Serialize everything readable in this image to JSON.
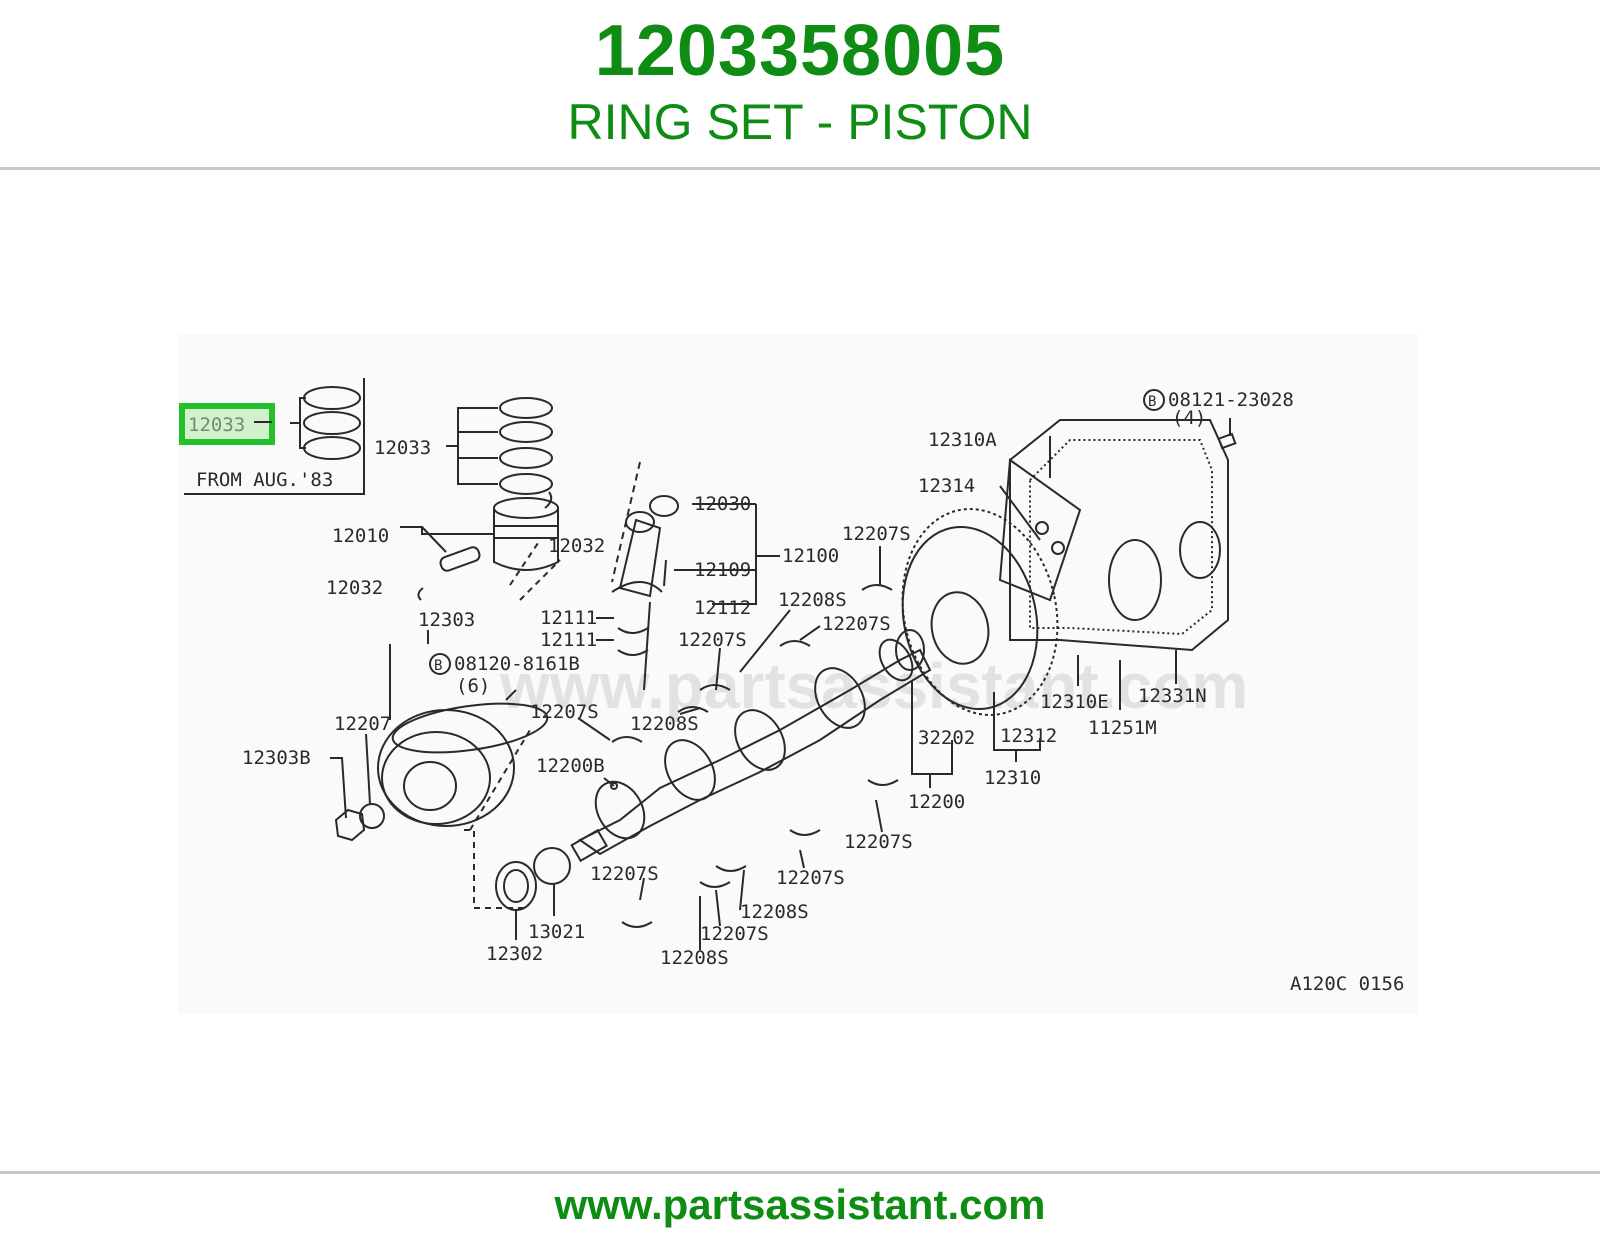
{
  "header": {
    "part_number": "1203358005",
    "part_name": "RING SET - PISTON"
  },
  "accent_color": "#0e8c13",
  "highlight_color": "#22c02a",
  "diagram": {
    "callouts": {
      "highlight": "12033",
      "from_aug": "FROM AUG.'83",
      "p12033": "12033",
      "p12010": "12010",
      "p12032a": "12032",
      "p12032b": "12032",
      "p12030": "12030",
      "p12109": "12109",
      "p12100": "12100",
      "p12112": "12112",
      "p12111a": "12111",
      "p12111b": "12111",
      "p12303": "12303",
      "p08120": "08120-8161B",
      "p08120_qty": "(6)",
      "p12207": "12207",
      "p12303b": "12303B",
      "p12207s_a": "12207S",
      "p12208s_a": "12208S",
      "p12207s_b": "12207S",
      "p12208s_b": "12208S",
      "p12207s_c": "12207S",
      "p12207s_d": "12207S",
      "p12200b": "12200B",
      "p12207s_e": "12207S",
      "p12207s_f": "12207S",
      "p12208s_c": "12208S",
      "p12207s_g": "12207S",
      "p12208s_d": "12208S",
      "p12207s_h": "12207S",
      "p13021": "13021",
      "p12302": "12302",
      "p32202": "32202",
      "p12200": "12200",
      "p12310": "12310",
      "p12312": "12312",
      "p12310e": "12310E",
      "p11251m": "11251M",
      "p12331n": "12331N",
      "p12314": "12314",
      "p12310a": "12310A",
      "p08121": "08121-23028",
      "p08121_qty": "(4)",
      "bolt_marker_b1": "B",
      "bolt_marker_b2": "B",
      "diagram_code": "A120C 0156"
    },
    "watermark": "www.partsassistant.com"
  },
  "footer": {
    "url": "www.partsassistant.com"
  }
}
